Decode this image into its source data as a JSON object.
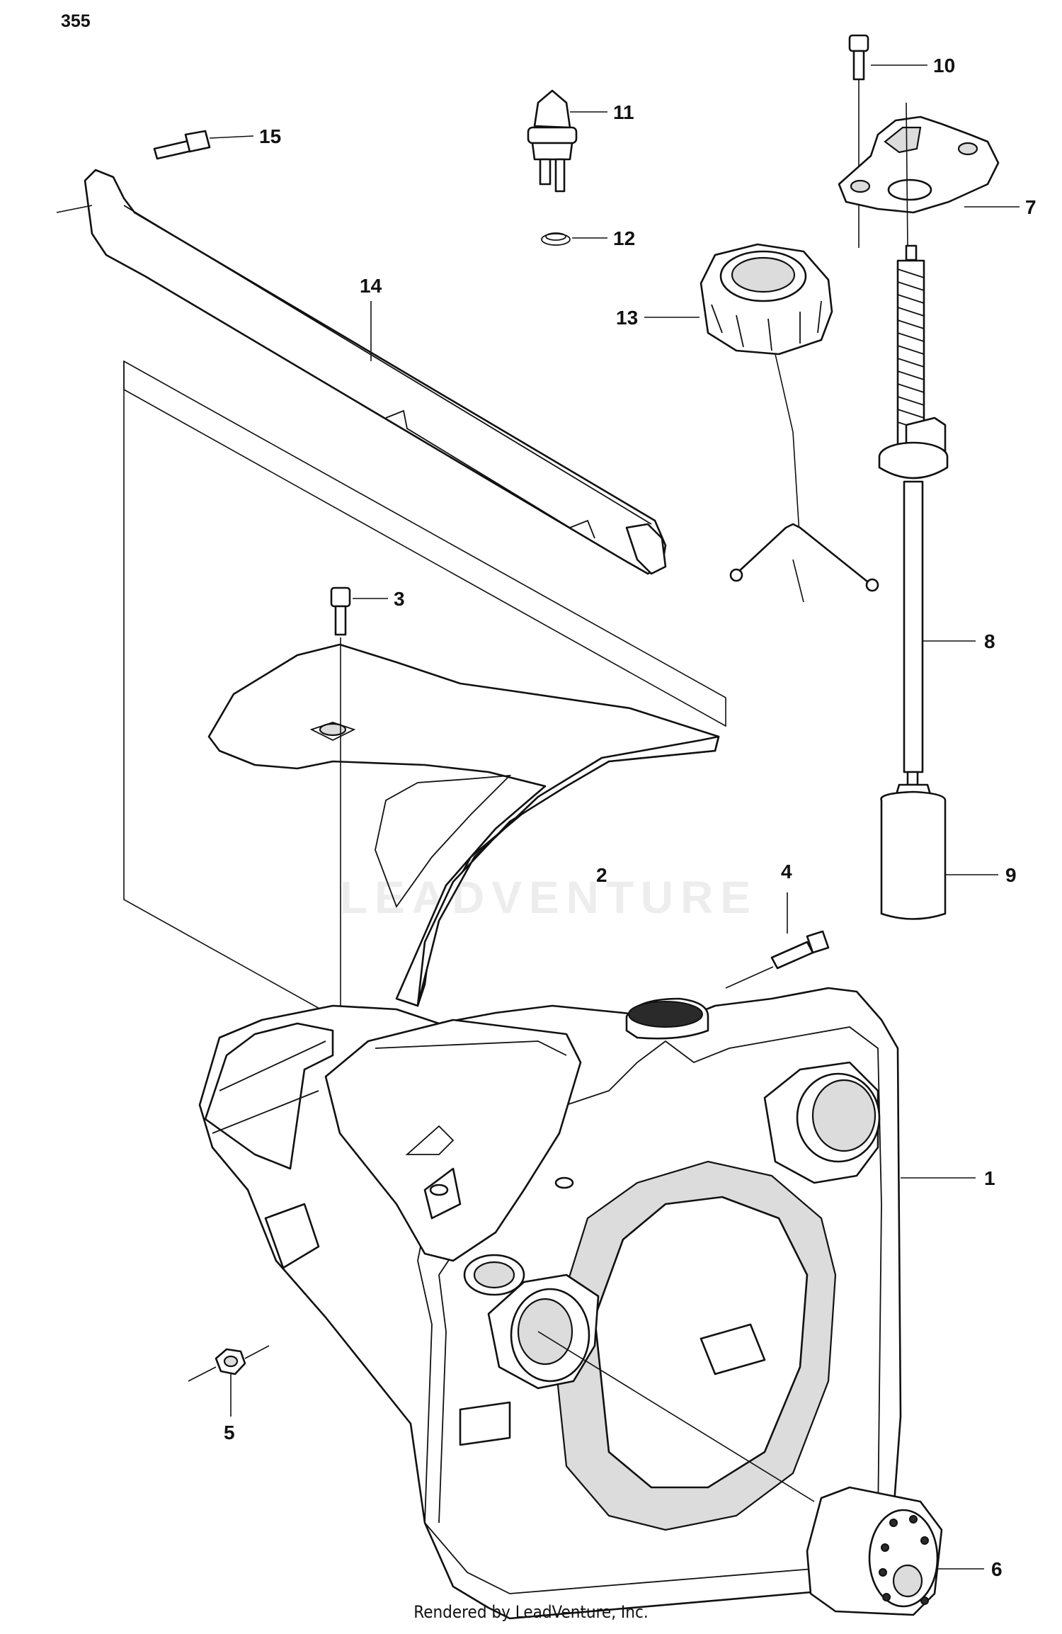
{
  "page_number": "355",
  "watermark": "LEADVENTURE",
  "footer": "Rendered by LeadVenture, Inc.",
  "callouts": [
    "1",
    "2",
    "3",
    "4",
    "5",
    "6",
    "7",
    "8",
    "9",
    "10",
    "11",
    "12",
    "13",
    "14",
    "15"
  ]
}
